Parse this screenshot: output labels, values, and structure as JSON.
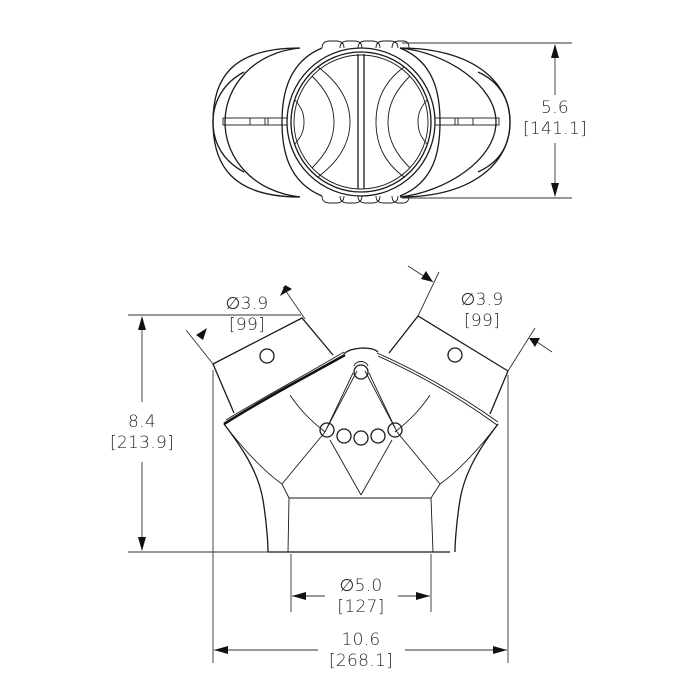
{
  "drawing": {
    "title": "Y-connector technical drawing",
    "views": [
      "top-view",
      "front-view"
    ],
    "units": {
      "primary": "in",
      "secondary": "mm"
    },
    "line_color": "#1a1a1a",
    "background": "#ffffff"
  },
  "dimensions": {
    "top_height": {
      "value": "5.6",
      "metric": "[141.1]"
    },
    "left_inlet_diameter": {
      "value": "∅3.9",
      "metric": "[99]"
    },
    "right_inlet_diameter": {
      "value": "∅3.9",
      "metric": "[99]"
    },
    "overall_height": {
      "value": "8.4",
      "metric": "[213.9]"
    },
    "outlet_diameter": {
      "value": "∅5.0",
      "metric": "[127]"
    },
    "overall_width": {
      "value": "10.6",
      "metric": "[268.1]"
    }
  }
}
